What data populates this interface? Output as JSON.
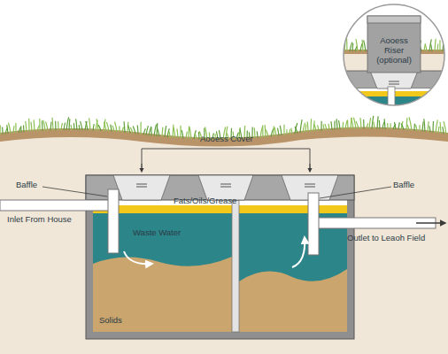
{
  "diagram": {
    "labels": [
      "Aooess Riser (optional)",
      "Aooess Cover",
      "Baffle",
      "Baffle",
      "Fats/Oils/Grease",
      "Inlet From House",
      "Waste Water",
      "Outlet to Leaoh Field",
      "Solids"
    ]
  }
}
